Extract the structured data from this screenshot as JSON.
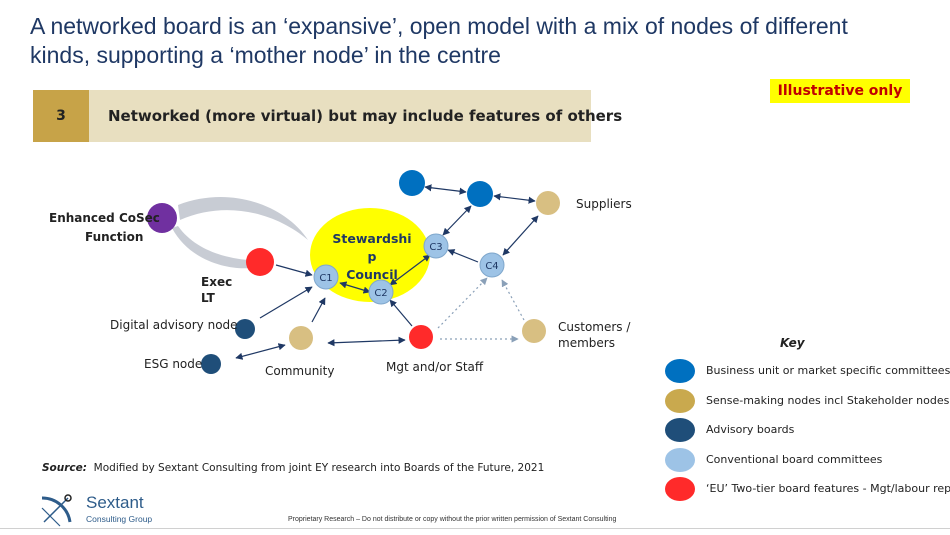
{
  "title": "A networked board is an ‘expansive’, open model with a mix of nodes of different kinds, supporting a ‘mother node’ in the centre",
  "illustrative": "Illustrative only",
  "banner": {
    "number": "3",
    "text": "Networked (more virtual) but may include features of others"
  },
  "diagram": {
    "mother_node": [
      "Stewardshi",
      "p",
      "Council"
    ],
    "committees": [
      "C1",
      "C2",
      "C3",
      "C4"
    ],
    "labels": {
      "cosec": [
        "Enhanced CoSec",
        "Function"
      ],
      "exec": [
        "Exec",
        "LT"
      ],
      "digital": "Digital advisory node",
      "esg": "ESG node",
      "community": "Community",
      "mgt": "Mgt and/or Staff",
      "suppliers": "Suppliers",
      "customers": [
        "Customers /",
        "members"
      ]
    }
  },
  "key": {
    "title": "Key",
    "items": [
      {
        "label": "Business unit or market specific committees",
        "color": "#0070c0"
      },
      {
        "label": "Sense-making nodes incl  Stakeholder nodes",
        "color": "#c9a94e"
      },
      {
        "label": "Advisory boards",
        "color": "#1f4e79"
      },
      {
        "label": "Conventional board committees",
        "color": "#9dc3e6"
      },
      {
        "label": "‘EU’ Two-tier board features  - Mgt/labour reps",
        "color": "#ff0000"
      }
    ]
  },
  "source": {
    "prefix": "Source:",
    "text": "Modified by Sextant Consulting from joint EY research into Boards of the Future, 2021"
  },
  "logo": {
    "name": "Sextant",
    "sub": "Consulting Group"
  },
  "footer": "Proprietary Research – Do not distribute or copy without the prior written permission of Sextant Consulting",
  "colors": {
    "title": "#1f3864",
    "banner_bg": "#e8dfc0",
    "banner_num_bg": "#c7a348",
    "highlight": "#ffff00",
    "highlight_text": "#c00000",
    "mother": "#ffff00"
  }
}
